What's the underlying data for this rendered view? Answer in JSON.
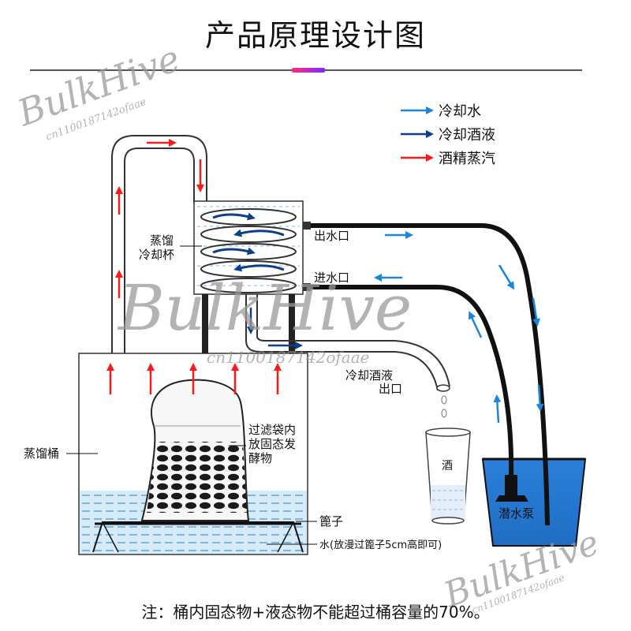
{
  "title": "产品原理设计图",
  "legend": [
    {
      "label": "冷却水",
      "color": "#1a86d9"
    },
    {
      "label": "冷却酒液",
      "color": "#0b3f8c"
    },
    {
      "label": "酒精蒸汽",
      "color": "#ff1a1a"
    }
  ],
  "labels": {
    "condenser_line1": "蒸馏",
    "condenser_line2": "冷却杯",
    "water_out": "出水口",
    "water_in": "进水口",
    "liquor_outlet_line1": "冷却酒液",
    "liquor_outlet_line2": "出口",
    "filter_bag_line1": "过滤袋内",
    "filter_bag_line2": "放固态发",
    "filter_bag_line3": "酵物",
    "still": "蒸馏桶",
    "rack": "篦子",
    "water_note": "水(放漫过篦子5cm高即可)",
    "cup": "酒",
    "pump": "潜水泵"
  },
  "watermark": {
    "brand": "BulkHive",
    "id": "cn1100187142ofaae"
  },
  "footnote": "注：桶内固态物+液态物不能超过桶容量的70%。",
  "icons": [
    "arrow-blue-light",
    "arrow-blue-dark",
    "arrow-red"
  ]
}
